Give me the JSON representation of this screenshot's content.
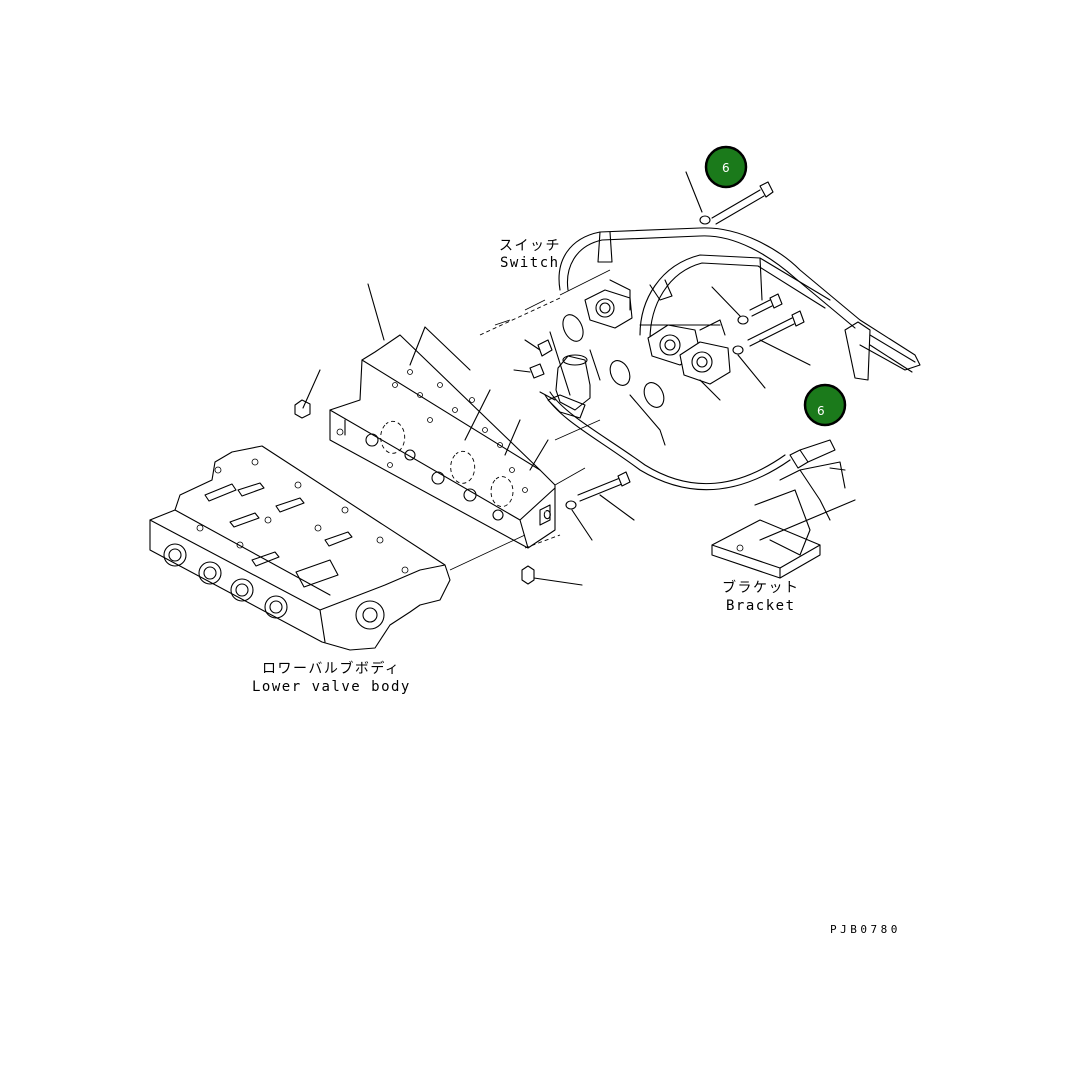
{
  "labels": {
    "switch_jp": "スイッチ",
    "switch_en": "Switch",
    "bracket_jp": "ブラケット",
    "bracket_en": "Bracket",
    "lower_valve_jp": "ロワーバルブボディ",
    "lower_valve_en": "Lower valve body",
    "drawing_code": "PJB0780"
  },
  "callouts": [
    {
      "number": "6"
    },
    {
      "number": "6"
    }
  ],
  "colors": {
    "badge_fill": "#1b7a1b",
    "badge_ring": "#000000",
    "line": "#000000",
    "background": "#ffffff"
  }
}
